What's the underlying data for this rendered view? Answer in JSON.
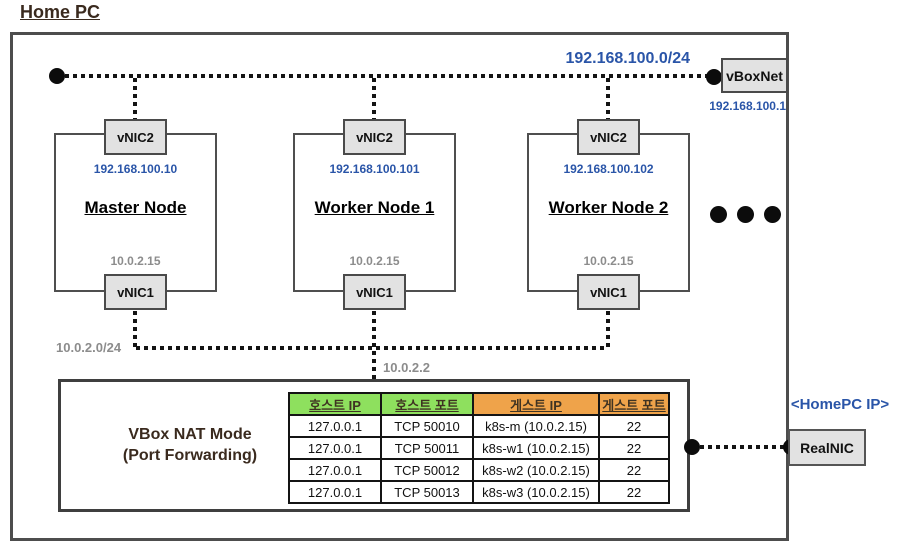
{
  "title": "Home PC",
  "colors": {
    "accent_blue": "#2a55a8",
    "label_gray": "#8c8c8c",
    "host_header_green": "#8ee05e",
    "guest_header_orange": "#efa34a",
    "box_fill_gray": "#e2e2e2"
  },
  "top_network": {
    "subnet_label": "192.168.100.0/24",
    "gateway_name": "vBoxNet",
    "gateway_ip": "192.168.100.1"
  },
  "nodes": [
    {
      "name": "Master Node",
      "nic2_label": "vNIC2",
      "nic2_ip": "192.168.100.10",
      "nic1_label": "vNIC1",
      "nic1_ip": "10.0.2.15"
    },
    {
      "name": "Worker Node 1",
      "nic2_label": "vNIC2",
      "nic2_ip": "192.168.100.101",
      "nic1_label": "vNIC1",
      "nic1_ip": "10.0.2.15"
    },
    {
      "name": "Worker Node 2",
      "nic2_label": "vNIC2",
      "nic2_ip": "192.168.100.102",
      "nic1_label": "vNIC1",
      "nic1_ip": "10.0.2.15"
    }
  ],
  "bottom_network": {
    "subnet_label": "10.0.2.0/24",
    "gateway_ip": "10.0.2.2"
  },
  "nat": {
    "title_line1": "VBox NAT Mode",
    "title_line2": "(Port Forwarding)",
    "table": {
      "headers": [
        "호스트 IP",
        "호스트 포트",
        "게스트 IP",
        "게스트 포트"
      ],
      "rows": [
        [
          "127.0.0.1",
          "TCP 50010",
          "k8s-m (10.0.2.15)",
          "22"
        ],
        [
          "127.0.0.1",
          "TCP 50011",
          "k8s-w1 (10.0.2.15)",
          "22"
        ],
        [
          "127.0.0.1",
          "TCP 50012",
          "k8s-w2 (10.0.2.15)",
          "22"
        ],
        [
          "127.0.0.1",
          "TCP 50013",
          "k8s-w3 (10.0.2.15)",
          "22"
        ]
      ]
    }
  },
  "real_nic": {
    "name": "RealNIC",
    "ip_label": "<HomePC IP>"
  }
}
